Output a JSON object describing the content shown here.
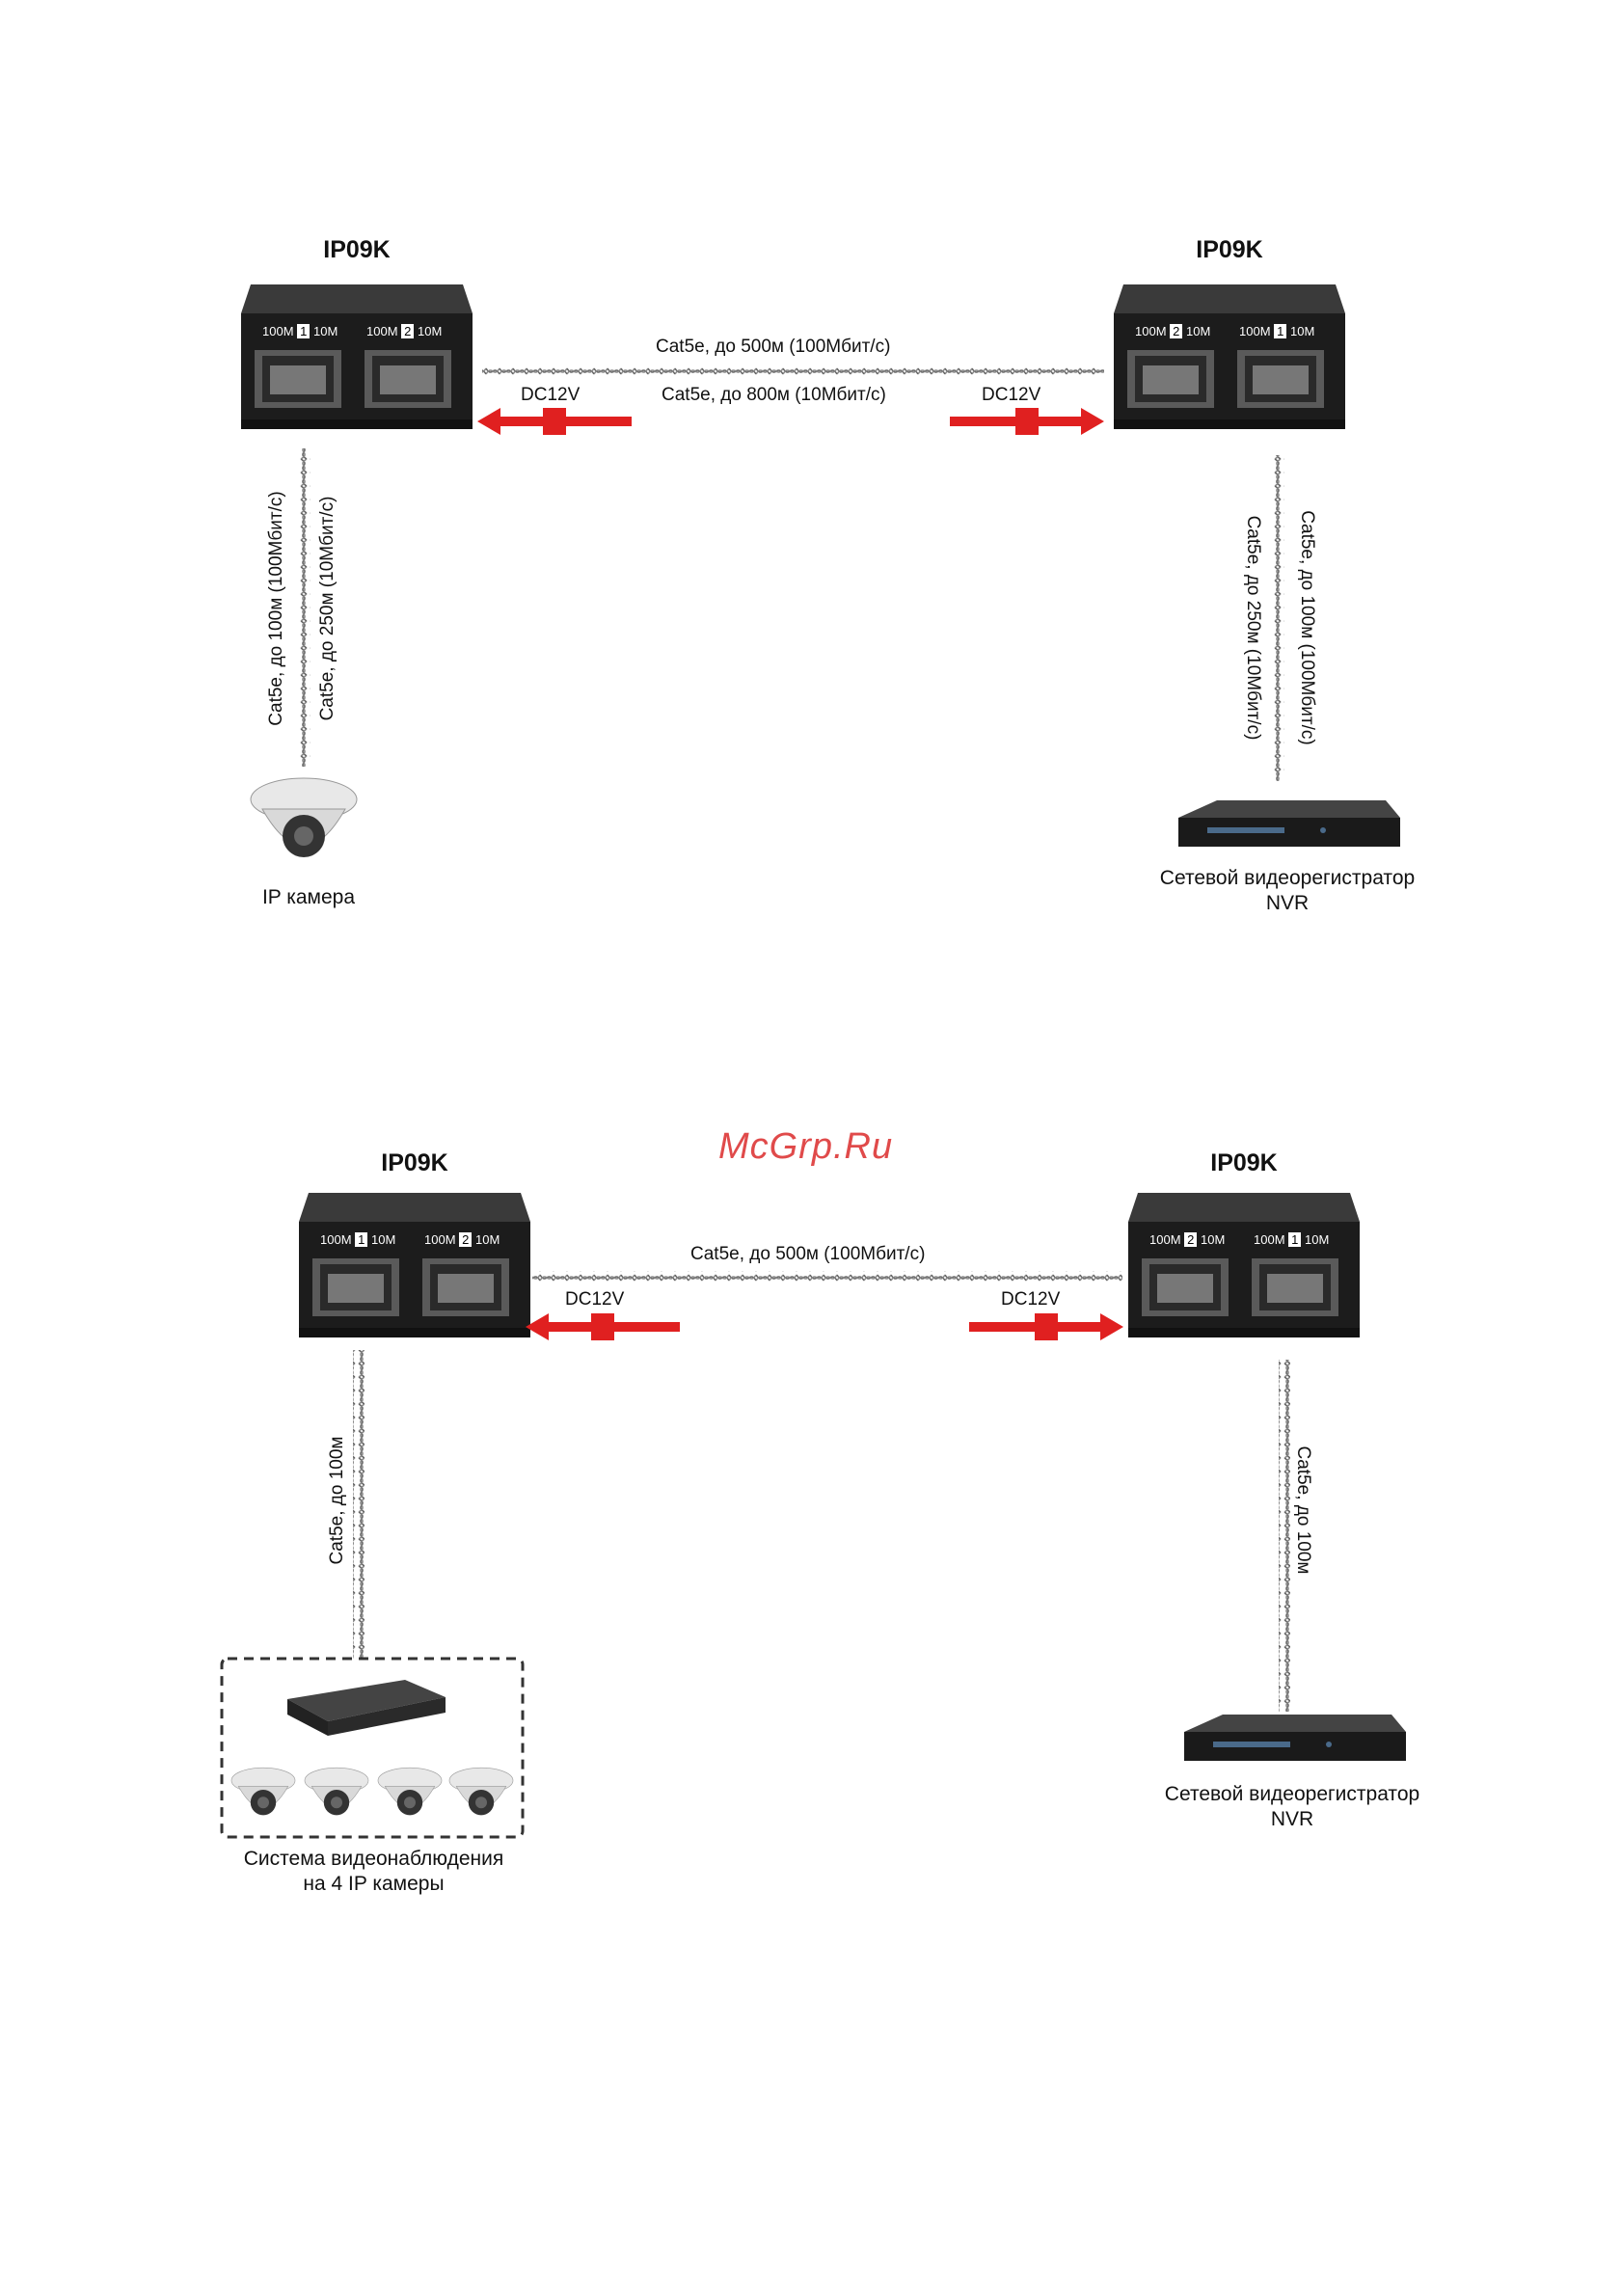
{
  "diagram1": {
    "left_device": {
      "title": "IP09K",
      "port_a_speed": "100M",
      "port_a_num": "1",
      "port_a_speed2": "10M",
      "port_b_speed": "100M",
      "port_b_num": "2",
      "port_b_speed2": "10M"
    },
    "right_device": {
      "title": "IP09K",
      "port_a_speed": "100M",
      "port_a_num": "2",
      "port_a_speed2": "10M",
      "port_b_speed": "100M",
      "port_b_num": "1",
      "port_b_speed2": "10M"
    },
    "link_top": "Cat5e, до 500м (100Мбит/с)",
    "link_bottom": "Cat5e, до 800м (10Мбит/с)",
    "power_left": "DC12V",
    "power_right": "DC12V",
    "left_vertical_1": "Cat5e, до 100м (100Мбит/с)",
    "left_vertical_2": "Cat5e, до 250м (10Мбит/с)",
    "right_vertical_1": "Cat5e, до 100м (100Мбит/с)",
    "right_vertical_2": "Cat5e, до 250м (10Мбит/с)",
    "camera_caption": "IP камера",
    "nvr_caption_line1": "Сетевой видеорегистратор",
    "nvr_caption_line2": "NVR"
  },
  "watermark": "McGrp.Ru",
  "diagram2": {
    "left_device": {
      "title": "IP09K",
      "port_a_speed": "100M",
      "port_a_num": "1",
      "port_a_speed2": "10M",
      "port_b_speed": "100M",
      "port_b_num": "2",
      "port_b_speed2": "10M"
    },
    "right_device": {
      "title": "IP09K",
      "port_a_speed": "100M",
      "port_a_num": "2",
      "port_a_speed2": "10M",
      "port_b_speed": "100M",
      "port_b_num": "1",
      "port_b_speed2": "10M"
    },
    "link_top": "Cat5e, до 500м (100Мбит/с)",
    "power_left": "DC12V",
    "power_right": "DC12V",
    "left_vertical": "Cat5e, до 100м",
    "right_vertical": "Cat5e, до 100м",
    "system_caption_line1": "Система видеонаблюдения",
    "system_caption_line2": "на 4 IP камеры",
    "nvr_caption_line1": "Сетевой видеорегистратор",
    "nvr_caption_line2": "NVR"
  },
  "colors": {
    "arrow": "#e02020",
    "device_body": "#1c1c1c",
    "cable": "#666666"
  }
}
